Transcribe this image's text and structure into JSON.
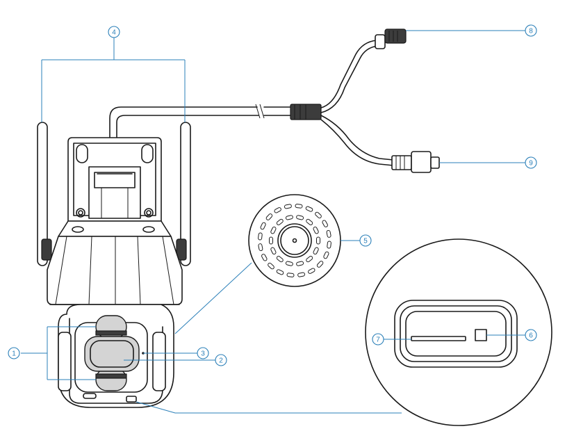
{
  "callouts": [
    {
      "id": "1",
      "label": "1"
    },
    {
      "id": "2",
      "label": "2"
    },
    {
      "id": "3",
      "label": "3"
    },
    {
      "id": "4",
      "label": "4"
    },
    {
      "id": "5",
      "label": "5"
    },
    {
      "id": "6",
      "label": "6"
    },
    {
      "id": "7",
      "label": "7"
    },
    {
      "id": "8",
      "label": "8"
    },
    {
      "id": "9",
      "label": "9"
    }
  ],
  "colors": {
    "leader": "#2a7fb8",
    "ink": "#1a1a1a",
    "lens_grey": "#d4d4d4"
  }
}
